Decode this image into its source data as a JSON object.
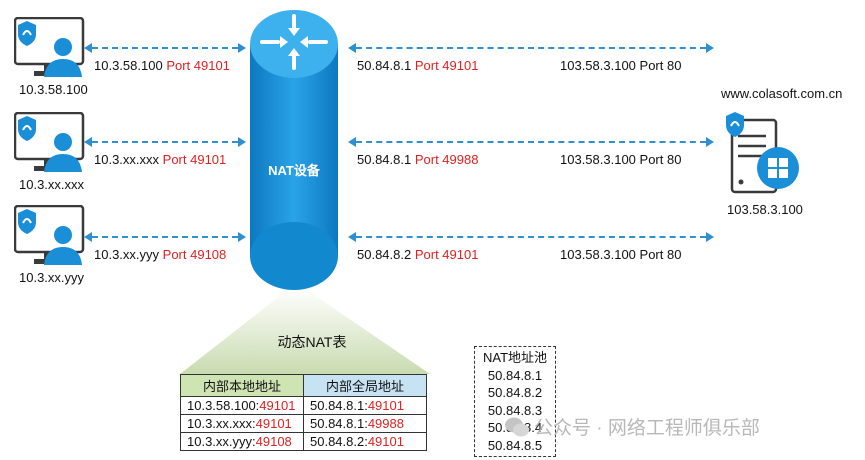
{
  "hosts": [
    {
      "ip": "10.3.58.100",
      "link_ip": "10.3.58.100",
      "link_port": "Port 49101"
    },
    {
      "ip": "10.3.xx.xxx",
      "link_ip": "10.3.xx.xxx",
      "link_port": "Port 49101"
    },
    {
      "ip": "10.3.xx.yyy",
      "link_ip": "10.3.xx.yyy",
      "link_port": "Port 49108"
    }
  ],
  "nat_device_label": "NAT设备",
  "wan_links": [
    {
      "src_ip": "50.84.8.1",
      "src_port": "Port 49101",
      "dst": "103.58.3.100 Port 80"
    },
    {
      "src_ip": "50.84.8.1",
      "src_port": "Port 49988",
      "dst": "103.58.3.100 Port 80"
    },
    {
      "src_ip": "50.84.8.2",
      "src_port": "Port 49101",
      "dst": "103.58.3.100 Port 80"
    }
  ],
  "server": {
    "domain": "www.colasoft.com.cn",
    "ip": "103.58.3.100"
  },
  "nat_table": {
    "title": "动态NAT表",
    "headers": [
      "内部本地地址",
      "内部全局地址"
    ],
    "rows": [
      {
        "local_ip": "10.3.58.100:",
        "local_port": "49101",
        "global_ip": "50.84.8.1:",
        "global_port": "49101"
      },
      {
        "local_ip": "10.3.xx.xxx:",
        "local_port": "49101",
        "global_ip": "50.84.8.1:",
        "global_port": "49988"
      },
      {
        "local_ip": "10.3.xx.yyy:",
        "local_port": "49108",
        "global_ip": "50.84.8.2:",
        "global_port": "49101"
      }
    ]
  },
  "nat_pool": {
    "title": "NAT地址池",
    "addresses": [
      "50.84.8.1",
      "50.84.8.2",
      "50.84.8.3",
      "50.84.8.4",
      "50.84.8.5"
    ]
  },
  "watermark": "公众号 · 网络工程师俱乐部",
  "colors": {
    "accent_blue": "#1a8fd8",
    "port_red": "#e02020",
    "table_header_left": "#cfe4b3",
    "table_header_right": "#c7e3f3",
    "spotlight": "#c9dbb0"
  }
}
